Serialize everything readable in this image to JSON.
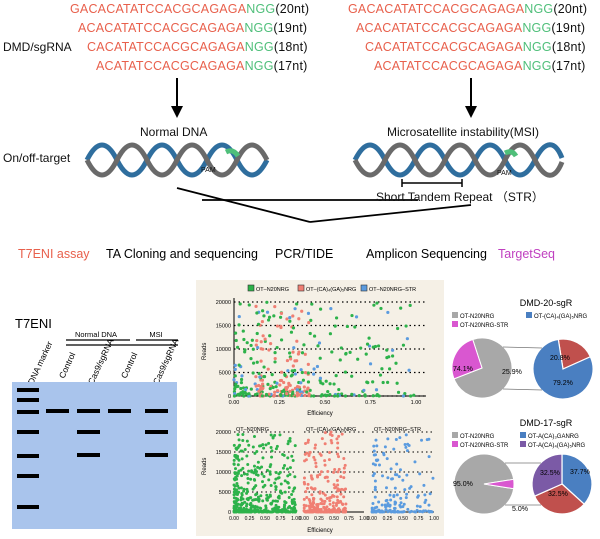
{
  "top": {
    "left_label": "DMD/sgRNA",
    "pam": "NGG",
    "left_seqs": [
      {
        "seq": "GACACATATCCACGCAGAGA",
        "len": "(20nt)"
      },
      {
        "seq": "ACACATATCCACGCAGAGA",
        "len": "(19nt)"
      },
      {
        "seq": "CACATATCCACGCAGAGA",
        "len": "(18nt)"
      },
      {
        "seq": "ACATATCCACGCAGAGA",
        "len": "(17nt)"
      }
    ],
    "right_seqs": [
      {
        "seq": "GACACATATCCACGCAGAGA",
        "len": "(20nt)"
      },
      {
        "seq": "ACACATATCCACGCAGAGA",
        "len": "(19nt)"
      },
      {
        "seq": "CACATATCCACGCAGAGA",
        "len": "(18nt)"
      },
      {
        "seq": "ACATATCCACGCAGAGA",
        "len": "(17nt)"
      }
    ]
  },
  "middle": {
    "normal_dna": "Normal DNA",
    "msi": "Microsatellite instability(MSI)",
    "on_off": "On/off-target",
    "pam": "PAM",
    "str": "Short Tandem Repeat （STR）"
  },
  "methods": [
    {
      "label": "T7ENI assay",
      "color": "#e8604c"
    },
    {
      "label": "TA Cloning and sequencing",
      "color": "#111111"
    },
    {
      "label": "PCR/TIDE",
      "color": "#111111"
    },
    {
      "label": "Amplicon Sequencing",
      "color": "#111111"
    },
    {
      "label": "TargetSeq",
      "color": "#c040c0"
    }
  ],
  "gel": {
    "title": "T7ENI",
    "group_normal": "Normal DNA",
    "group_msi": "MSI",
    "lanes": [
      "DNA marker",
      "Control",
      "Cas9/sgRNA",
      "Control",
      "Cas9/sgRNA"
    ],
    "bg_color": "#a9c4ec"
  },
  "scatter": {
    "legend": [
      "OT–N20NRG",
      "OT–(CA)₄(GA)₅NRG",
      "OT–N20NRG–STR"
    ],
    "colors": [
      "#2db24a",
      "#f07f73",
      "#5b9bdf"
    ],
    "ylabel": "Reads",
    "xlabel": "Efficiency",
    "yticks": [
      "0",
      "5000",
      "10000",
      "15000",
      "20000"
    ],
    "xticks": [
      "0.00",
      "0.25",
      "0.50",
      "0.75",
      "1.00"
    ],
    "bottom_titles": [
      "OT–N20NRG",
      "OT–(CA)₄(GA)₅NRG",
      "OT–N20NRG–STR"
    ]
  },
  "chart_data": [
    {
      "type": "pie",
      "title": "DMD-20-sgR",
      "legend": [
        "OT-N20NRG",
        "OT-(CA)₄(GA)₅NRG",
        "OT-N20NRG-STR"
      ],
      "colors": [
        "#a8a8a8",
        "#4a7fc1",
        "#d957d0"
      ],
      "slices": [
        {
          "label": "74.1%",
          "value": 74.1
        },
        {
          "label": "25.9%",
          "value": 25.9
        }
      ],
      "breakout": [
        {
          "label": "20.8%",
          "value": 20.8,
          "color": "#c0504d"
        },
        {
          "label": "79.2%",
          "value": 79.2,
          "color": "#4a7fc1"
        }
      ]
    },
    {
      "type": "pie",
      "title": "DMD-17-sgR",
      "legend": [
        "OT-N20NRG",
        "OT-A(CA)₃GANRG",
        "OT-N20NRG-STR",
        "OT-A(CA)₄(GA)₅NRG"
      ],
      "colors": [
        "#a8a8a8",
        "#4a7fc1",
        "#d957d0",
        "#7b5aa6"
      ],
      "slices": [
        {
          "label": "95.0%",
          "value": 95.0
        },
        {
          "label": "5.0%",
          "value": 5.0
        }
      ],
      "breakout": [
        {
          "label": "37.7%",
          "value": 37.7,
          "color": "#4a7fc1"
        },
        {
          "label": "32.5%",
          "value": 32.5,
          "color": "#c0504d"
        },
        {
          "label": "32.5%",
          "value": 32.5,
          "color": "#7b5aa6"
        }
      ]
    }
  ]
}
